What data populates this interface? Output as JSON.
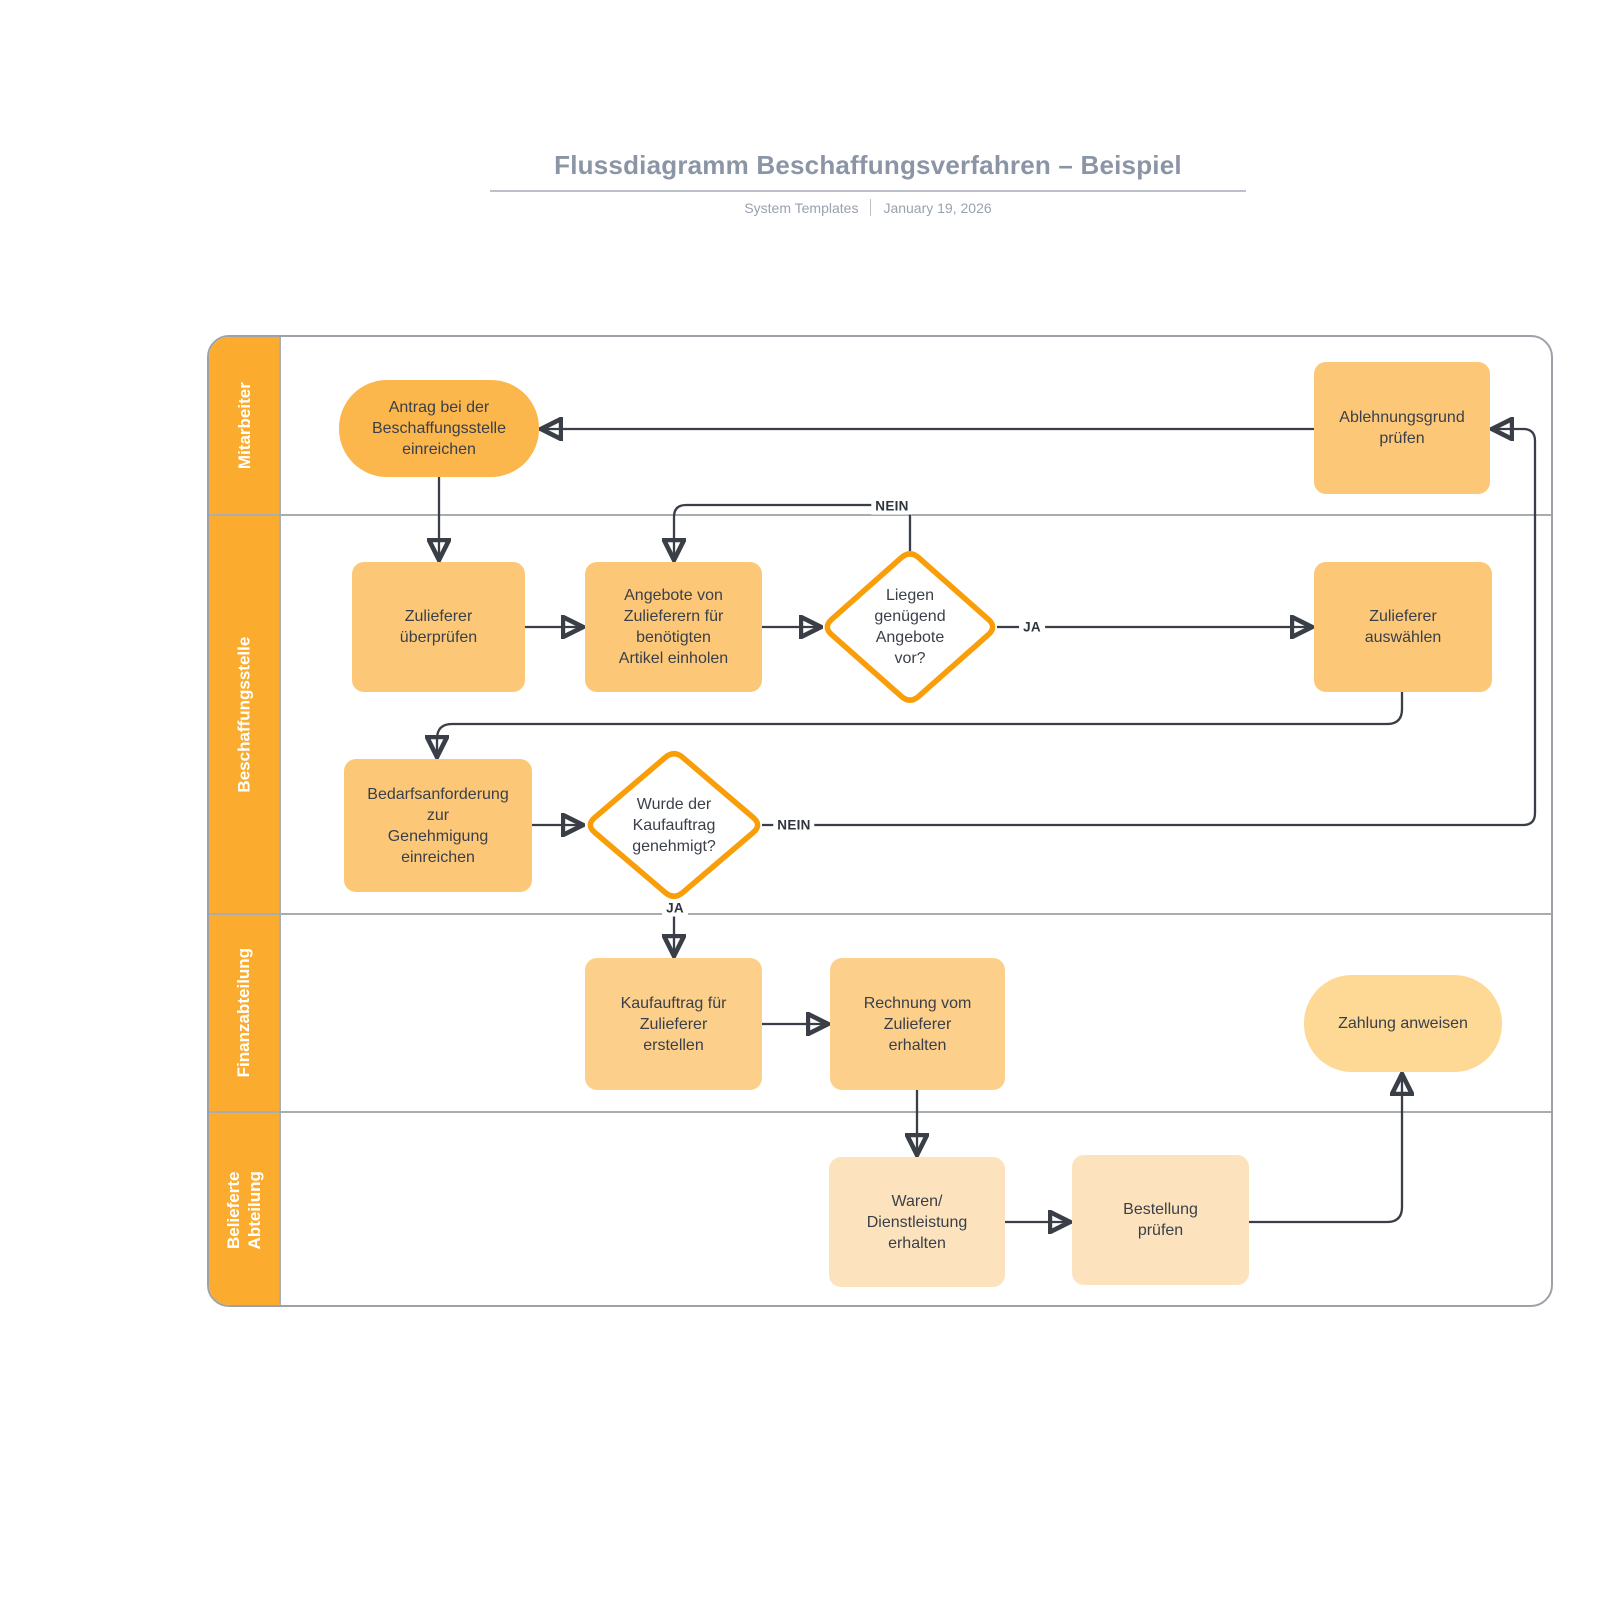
{
  "header": {
    "title": "Flussdiagramm Beschaffungsverfahren – Beispiel",
    "author": "System Templates",
    "date": "January 19, 2026"
  },
  "lanes": [
    {
      "label": "Mitarbeiter"
    },
    {
      "label": "Beschaffungsstelle"
    },
    {
      "label": "Finanzabteilung"
    },
    {
      "label": "Belieferte\nAbteilung"
    }
  ],
  "nodes": {
    "antrag": {
      "type": "terminator",
      "label": "Antrag bei der\nBeschaffungsstelle\neinreichen"
    },
    "ablehnungsgrund": {
      "type": "process",
      "label": "Ablehnungsgrund\nprüfen"
    },
    "zulieferer_ueberpruefen": {
      "type": "process",
      "label": "Zulieferer\nüberprüfen"
    },
    "angebote_einholen": {
      "type": "process",
      "label": "Angebote von\nZulieferern für\nbenötigten\nArtikel einholen"
    },
    "angebote_decision": {
      "type": "decision",
      "label": "Liegen\ngenügend\nAngebote\nvor?"
    },
    "zulieferer_auswaehlen": {
      "type": "process",
      "label": "Zulieferer\nauswählen"
    },
    "bedarfsanforderung": {
      "type": "process",
      "label": "Bedarfsanforderung\nzur\nGenehmigung\neinreichen"
    },
    "kaufauftrag_decision": {
      "type": "decision",
      "label": "Wurde der\nKaufauftrag\ngenehmigt?"
    },
    "kaufauftrag_erstellen": {
      "type": "process",
      "label": "Kaufauftrag für\nZulieferer\nerstellen"
    },
    "rechnung_erhalten": {
      "type": "process",
      "label": "Rechnung vom\nZulieferer\nerhalten"
    },
    "zahlung_anweisen": {
      "type": "terminator",
      "label": "Zahlung anweisen"
    },
    "waren_erhalten": {
      "type": "process",
      "label": "Waren/\nDienstleistung\nerhalten"
    },
    "bestellung_pruefen": {
      "type": "process",
      "label": "Bestellung\nprüfen"
    }
  },
  "edge_labels": {
    "nein_angebote": "NEIN",
    "ja_angebote": "JA",
    "nein_genehmigt": "NEIN",
    "ja_genehmigt": "JA"
  },
  "colors": {
    "lane_band": "#fbac2f",
    "terminator_start": "#fbb64c",
    "process_main": "#fcc878",
    "process_finance": "#fccf8a",
    "terminator_end": "#fed895",
    "process_delivery": "#fce3bd",
    "decision_fill": "#ffffff",
    "decision_border": "#f99d09",
    "connector": "#3a3f47",
    "lane_line": "#a9acb0",
    "title_text": "#8b95a6"
  }
}
